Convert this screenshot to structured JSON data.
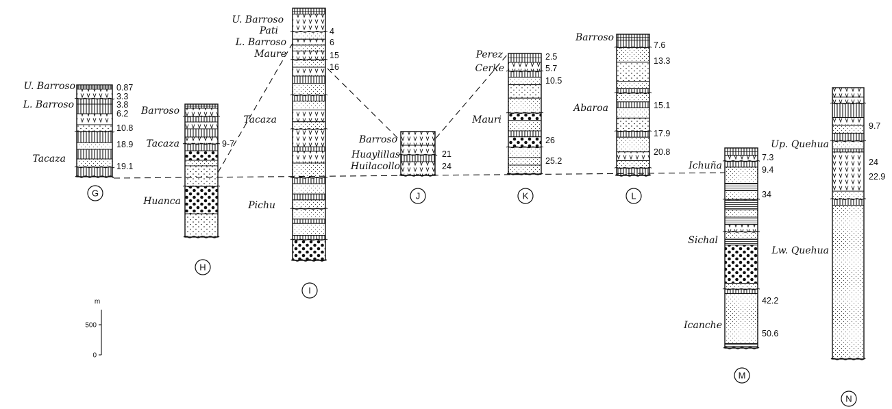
{
  "columns": [
    {
      "id": "G",
      "label": "G",
      "formations": [
        {
          "name": "U. Barroso",
          "lith": "tuff"
        },
        {
          "name": "L. Barroso",
          "lith": "lava"
        },
        {
          "name": "Tacaza",
          "lith": "lava"
        }
      ],
      "ages": [
        "0.87",
        "3.3",
        "3.8",
        "6.2",
        "10.8",
        "18.9",
        "19.1"
      ]
    },
    {
      "id": "H",
      "label": "H",
      "formations": [
        {
          "name": "Barroso",
          "lith": "lava"
        },
        {
          "name": "Tacaza",
          "lith": "lava"
        },
        {
          "name": "Huanca",
          "lith": "conglomerate"
        }
      ],
      "ages": [
        "9-7"
      ]
    },
    {
      "id": "I",
      "label": "I",
      "formations": [
        {
          "name": "U. Barroso",
          "lith": "lava"
        },
        {
          "name": "Pati",
          "lith": "sandstone"
        },
        {
          "name": "L. Barroso",
          "lith": "lava"
        },
        {
          "name": "Maure",
          "lith": "sandstone"
        },
        {
          "name": "Tacaza",
          "lith": "lava"
        },
        {
          "name": "Pichu",
          "lith": "sandstone"
        }
      ],
      "ages": [
        "4",
        "6",
        "15",
        "16"
      ]
    },
    {
      "id": "J",
      "label": "J",
      "formations": [
        {
          "name": "Barroso",
          "lith": "lava"
        },
        {
          "name": "Huaylillas",
          "lith": "tuff"
        },
        {
          "name": "Huilacollo",
          "lith": "lava"
        }
      ],
      "ages": [
        "21",
        "24"
      ]
    },
    {
      "id": "K",
      "label": "K",
      "formations": [
        {
          "name": "Perez",
          "lith": "tuff"
        },
        {
          "name": "Cerke",
          "lith": "lava"
        },
        {
          "name": "Mauri",
          "lith": "sandstone"
        }
      ],
      "ages": [
        "2.5",
        "5.7",
        "10.5",
        "26",
        "25.2"
      ]
    },
    {
      "id": "L",
      "label": "L",
      "formations": [
        {
          "name": "Barroso",
          "lith": "tuff"
        },
        {
          "name": "Abaroa",
          "lith": "sandstone"
        }
      ],
      "ages": [
        "7.6",
        "13.3",
        "15.1",
        "17.9",
        "20.8"
      ]
    },
    {
      "id": "M",
      "label": "M",
      "formations": [
        {
          "name": "Ichuña",
          "lith": "lava"
        },
        {
          "name": "Sichal",
          "lith": "mixed"
        },
        {
          "name": "Icanche",
          "lith": "sandstone"
        }
      ],
      "ages": [
        "7.3",
        "9.4",
        "34",
        "42.2",
        "50.6"
      ]
    },
    {
      "id": "N",
      "label": "N",
      "formations": [
        {
          "name": "Up. Quehua",
          "lith": "lava"
        },
        {
          "name": "Lw. Quehua",
          "lith": "sandstone"
        }
      ],
      "ages": [
        "9.7",
        "24",
        "22.9"
      ]
    }
  ],
  "scale_bar": {
    "unit": "m",
    "ticks": [
      "500",
      "0"
    ],
    "tick_values": [
      500,
      0
    ]
  },
  "line_color": "#111111"
}
